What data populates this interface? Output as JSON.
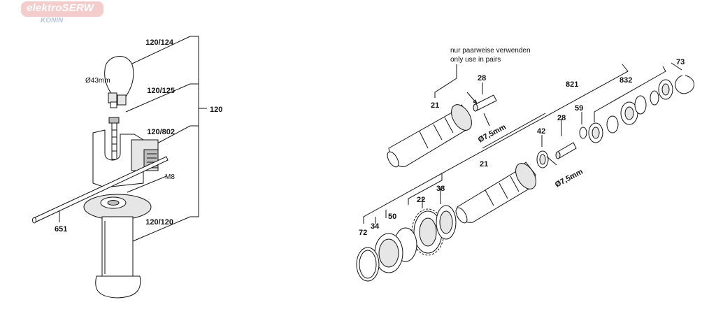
{
  "logo": {
    "brand": "elektroSERW",
    "city": "KONIN"
  },
  "labels": {
    "l120_124": "120/124",
    "diam43": "Ø43mm",
    "l120_125": "120/125",
    "l120": "120",
    "l120_802": "120/802",
    "m8": "M8",
    "l651": "651",
    "l120_120": "120/120",
    "note_de": "nur paarweise verwenden",
    "note_en": "only use in pairs",
    "l28a": "28",
    "l21a": "21",
    "diam75a": "Ø7,5mm",
    "l821": "821",
    "l832": "832",
    "l73": "73",
    "l59": "59",
    "l28b": "28",
    "l42": "42",
    "l21b": "21",
    "diam75b": "Ø7,5mm",
    "l38": "38",
    "l22": "22",
    "l50": "50",
    "l34": "34",
    "l72": "72"
  }
}
